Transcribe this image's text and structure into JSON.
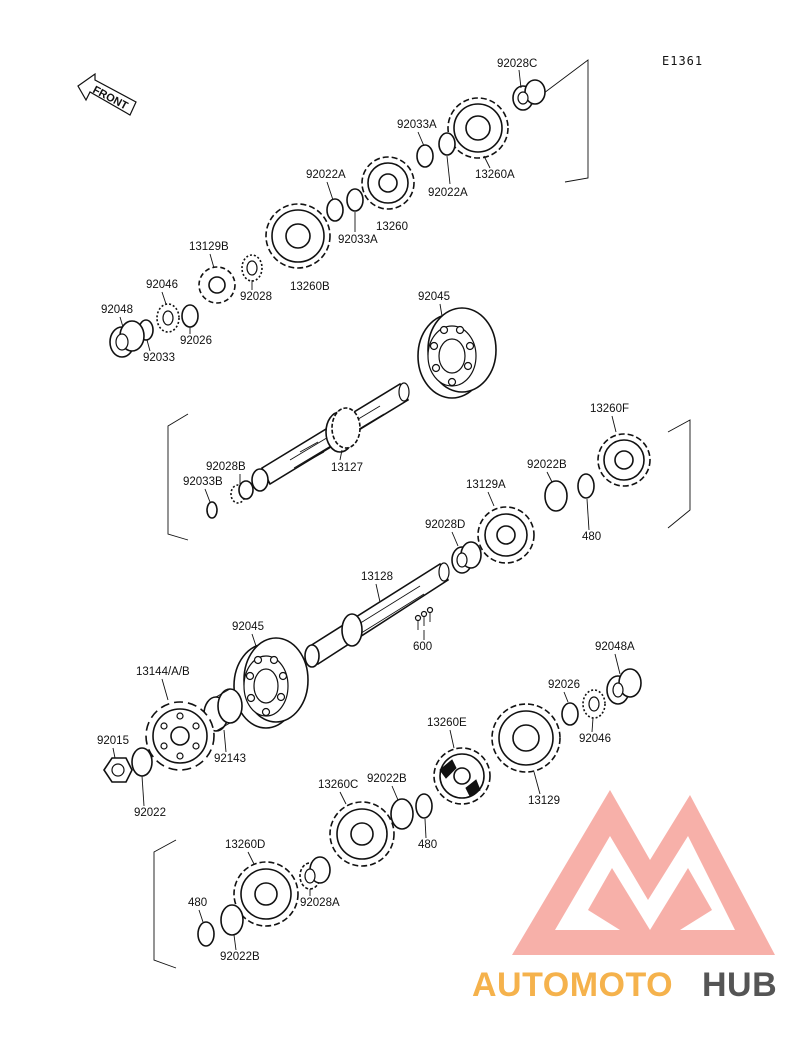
{
  "diagram": {
    "code": "E1361",
    "front_label": "FRONT",
    "labels": {
      "p92028C": "92028C",
      "p92033A_top": "92033A",
      "p92022A_left": "92022A",
      "p92022A_right": "92022A",
      "p92033A_bot": "92033A",
      "p13260": "13260",
      "p13260A": "13260A",
      "p13129B": "13129B",
      "p13260B": "13260B",
      "p92028": "92028",
      "p92046_top": "92046",
      "p92048": "92048",
      "p92026_top": "92026",
      "p92033": "92033",
      "p92045_top": "92045",
      "p13127": "13127",
      "p92028B": "92028B",
      "p92033B": "92033B",
      "p13260F": "13260F",
      "p92022B_top": "92022B",
      "p480_top": "480",
      "p13129A": "13129A",
      "p92028D": "92028D",
      "p13128": "13128",
      "p600": "600",
      "p92045_mid": "92045",
      "p13144": "13144/A/B",
      "p92048A": "92048A",
      "p92026_mid": "92026",
      "p92046_mid": "92046",
      "p92015": "92015",
      "p92143": "92143",
      "p92022": "92022",
      "p13260E": "13260E",
      "p13129": "13129",
      "p13260C": "13260C",
      "p92022B_mid": "92022B",
      "p480_mid": "480",
      "p13260D": "13260D",
      "p92028A": "92028A",
      "p480_bot": "480",
      "p92022B_bot": "92022B"
    }
  },
  "watermark": {
    "brand_part1": "AUTOMOTO",
    "brand_part2": "HUB",
    "color_primary": "#f4a09a",
    "color_accent": "#f5b24c",
    "color_dark": "#555555"
  }
}
